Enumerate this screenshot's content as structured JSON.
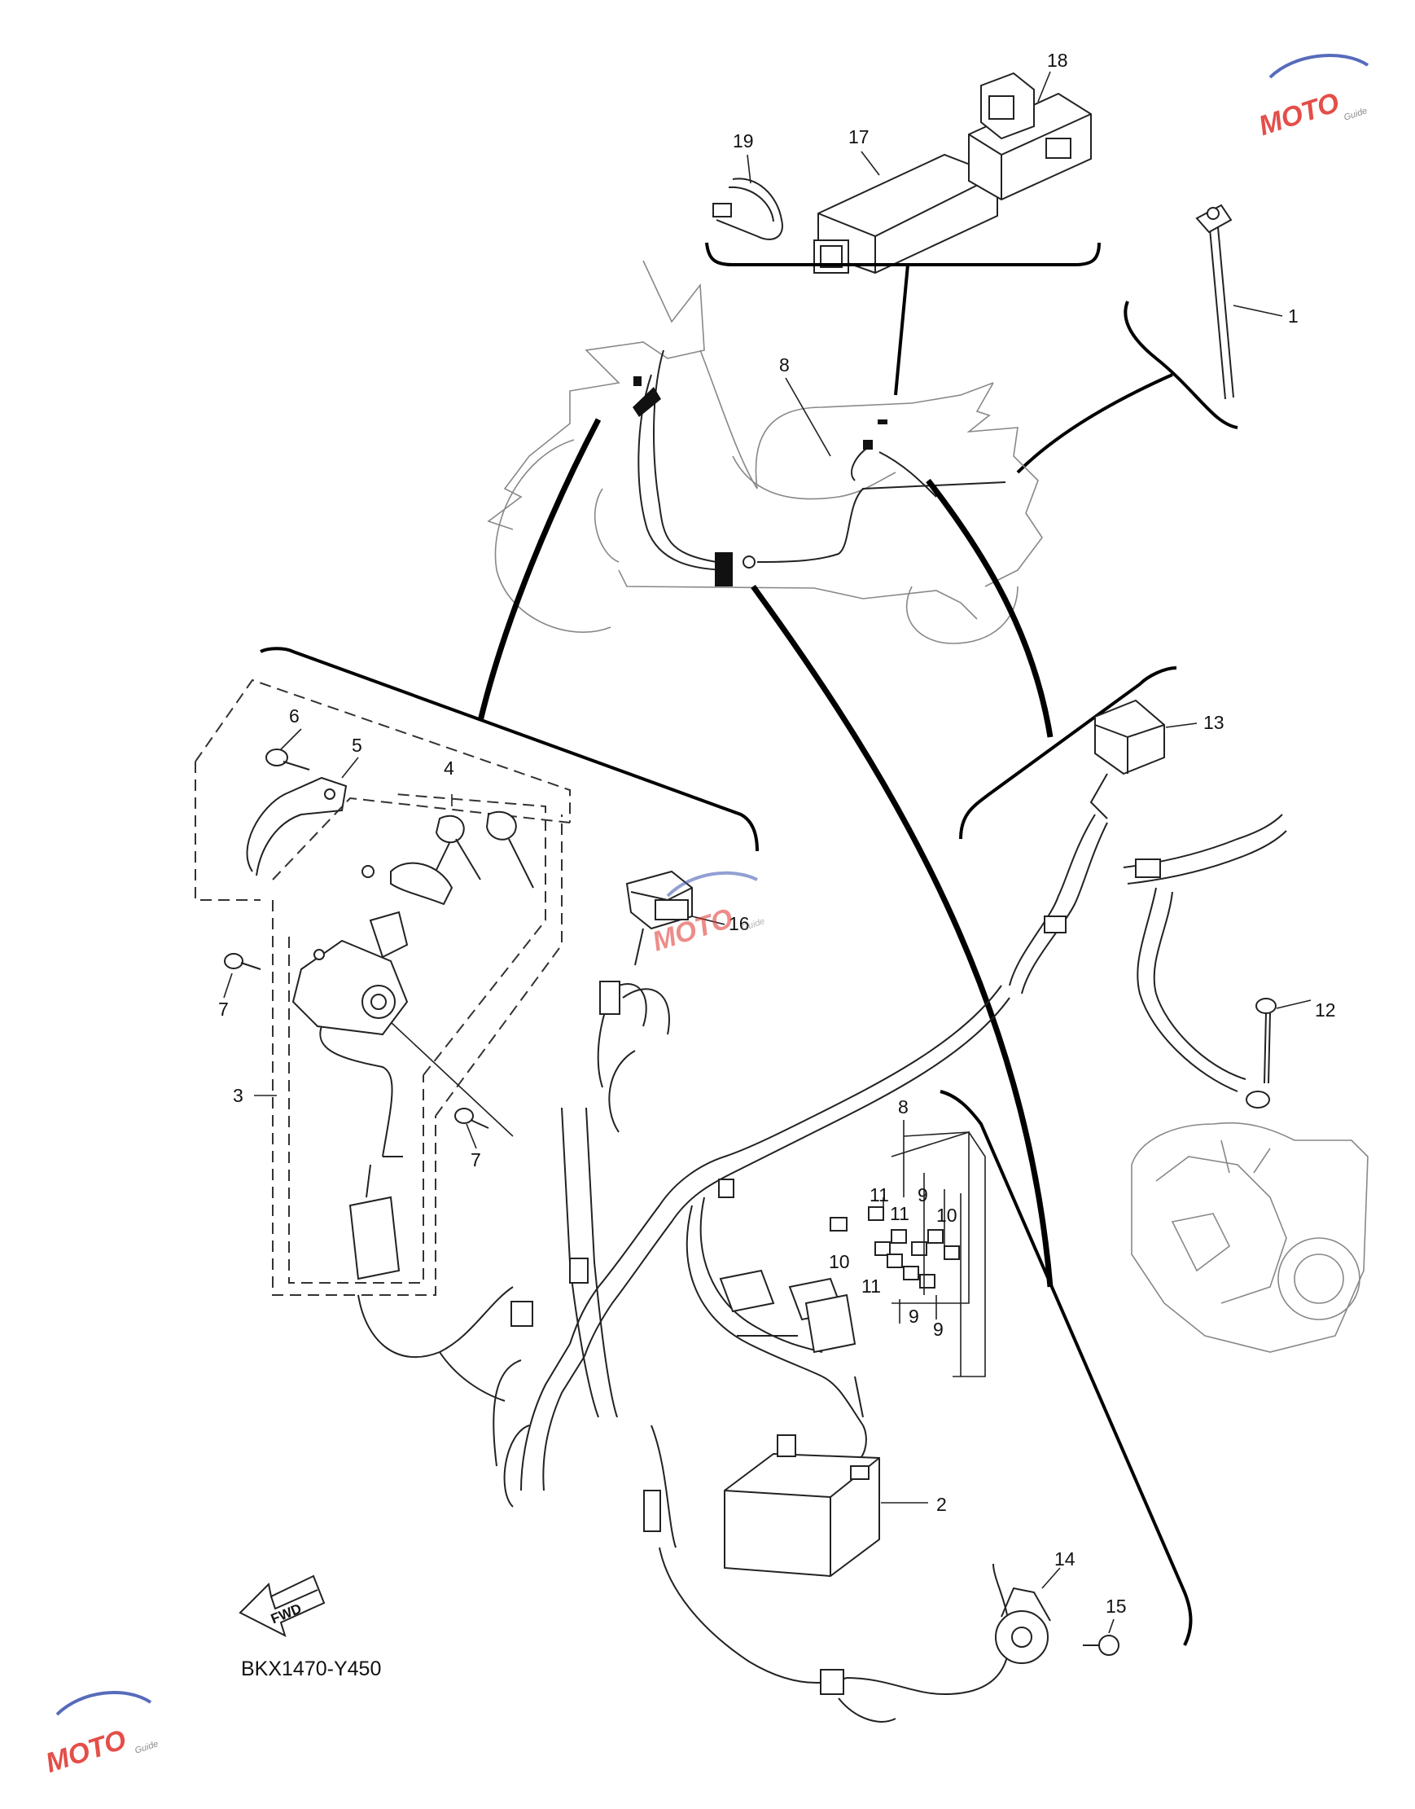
{
  "diagram_code": "BKX1470-Y450",
  "fwd_label": "FWD",
  "watermark": {
    "text": "MOTO",
    "subtext": "Guide"
  },
  "callouts": [
    {
      "id": "c1",
      "text": "1"
    },
    {
      "id": "c2",
      "text": "2"
    },
    {
      "id": "c3",
      "text": "3"
    },
    {
      "id": "c4",
      "text": "4"
    },
    {
      "id": "c5",
      "text": "5"
    },
    {
      "id": "c6",
      "text": "6"
    },
    {
      "id": "c7a",
      "text": "7"
    },
    {
      "id": "c7b",
      "text": "7"
    },
    {
      "id": "c8a",
      "text": "8"
    },
    {
      "id": "c8b",
      "text": "8"
    },
    {
      "id": "c9a",
      "text": "9"
    },
    {
      "id": "c9b",
      "text": "9"
    },
    {
      "id": "c9c",
      "text": "9"
    },
    {
      "id": "c10a",
      "text": "10"
    },
    {
      "id": "c10b",
      "text": "10"
    },
    {
      "id": "c11a",
      "text": "11"
    },
    {
      "id": "c11b",
      "text": "11"
    },
    {
      "id": "c11c",
      "text": "11"
    },
    {
      "id": "c12",
      "text": "12"
    },
    {
      "id": "c13",
      "text": "13"
    },
    {
      "id": "c14",
      "text": "14"
    },
    {
      "id": "c15",
      "text": "15"
    },
    {
      "id": "c16",
      "text": "16"
    },
    {
      "id": "c17",
      "text": "17"
    },
    {
      "id": "c18",
      "text": "18"
    },
    {
      "id": "c19",
      "text": "19"
    }
  ],
  "colors": {
    "line": "#000000",
    "watermark_red": "#e0302a",
    "watermark_blue": "#3a52b0"
  }
}
